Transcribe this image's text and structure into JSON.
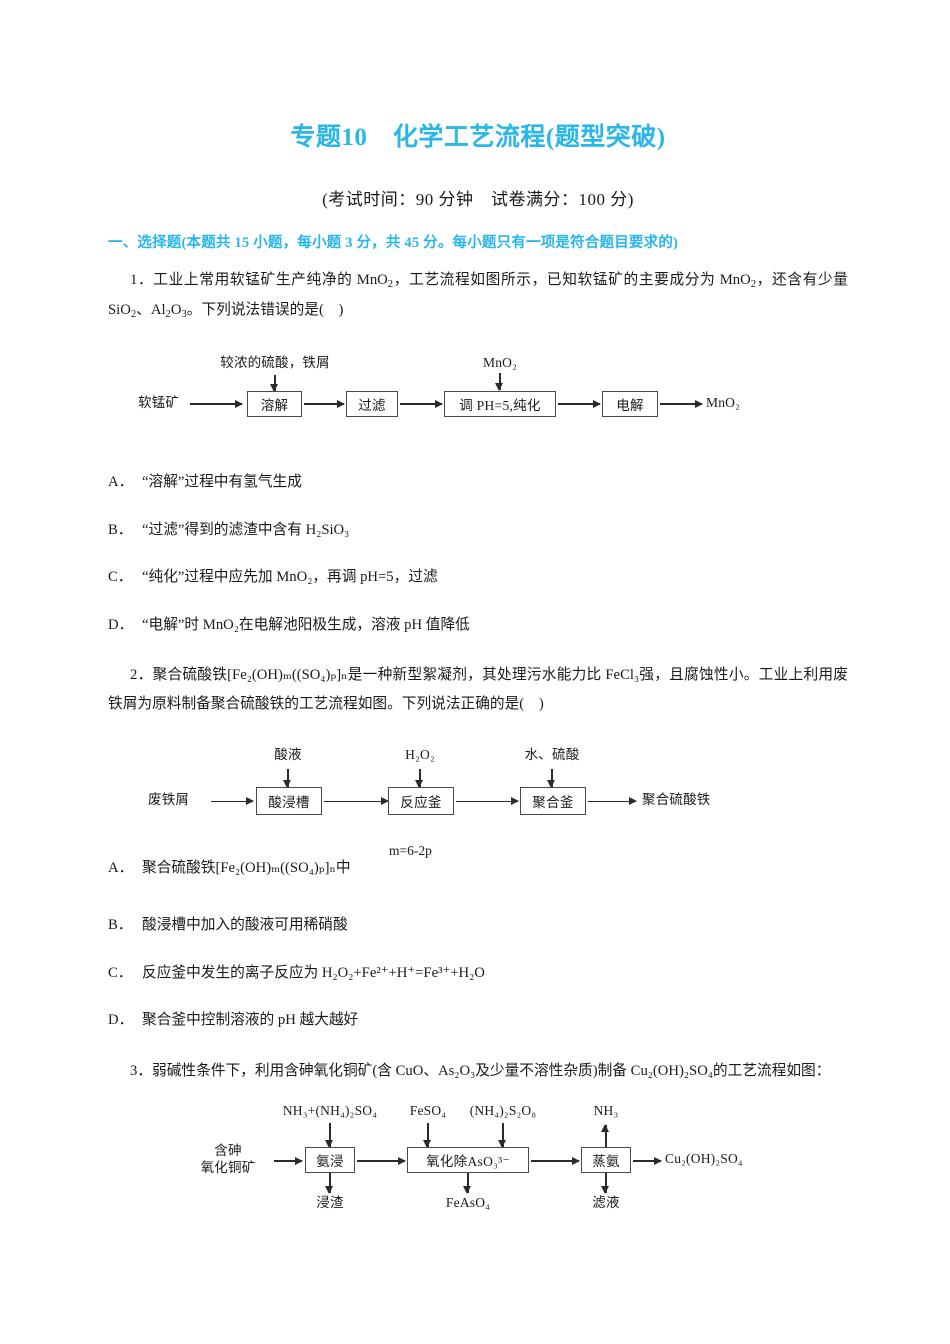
{
  "document": {
    "title": "专题10　化学工艺流程(题型突破)",
    "exam_meta": "(考试时间：90 分钟　试卷满分：100 分)",
    "section_head": "一、选择题(本题共 15 小题，每小题 3 分，共 45 分。每小题只有一项是符合题目要求的)"
  },
  "q1": {
    "number": "1．",
    "stem_part1": "工业上常用软锰矿生产纯净的 MnO",
    "stem_sub1": "2",
    "stem_part2": "，工艺流程如图所示，已知软锰矿的主要成分为 MnO",
    "stem_sub2": "2",
    "stem_part3": "，还含有少量 SiO",
    "stem_sub3": "2",
    "stem_part4": "、Al",
    "stem_sub4": "2",
    "stem_part5": "O",
    "stem_sub5": "3",
    "stem_part6": "。下列说法错误的是(　)",
    "flow": {
      "input_label": "软锰矿",
      "top_label_1": "较浓的硫酸，铁屑",
      "top_label_2": "MnO₂",
      "box1": "溶解",
      "box2": "过滤",
      "box3": "调 PH=5,纯化",
      "box4": "电解",
      "output_label": "MnO₂"
    },
    "options": [
      {
        "label": "A．",
        "text": "“溶解”过程中有氢气生成"
      },
      {
        "label": "B．",
        "text": "“过滤”得到的滤渣中含有 H₂SiO₃"
      },
      {
        "label": "C．",
        "text": "“纯化”过程中应先加 MnO₂，再调 pH=5，过滤"
      },
      {
        "label": "D．",
        "text": "“电解”时 MnO₂在电解池阳极生成，溶液 pH 值降低"
      }
    ]
  },
  "q2": {
    "number": "2．",
    "stem": "聚合硫酸铁[Fe₂(OH)ₘ((SO₄)ₚ]ₙ是一种新型絮凝剂，其处理污水能力比 FeCl₃强，且腐蚀性小。工业上利用废铁屑为原料制备聚合硫酸铁的工艺流程如图。下列说法正确的是(　)",
    "flow": {
      "input_label": "废铁屑",
      "top_label_1": "酸液",
      "top_label_2": "H₂O₂",
      "top_label_3": "水、硫酸",
      "box1": "酸浸槽",
      "box2": "反应釜",
      "box3": "聚合釜",
      "output_label": "聚合硫酸铁"
    },
    "float_note": "m=6-2p",
    "options": [
      {
        "label": "A．",
        "text": "聚合硫酸铁[Fe₂(OH)ₘ((SO₄)ₚ]ₙ中"
      },
      {
        "label": "B．",
        "text": "酸浸槽中加入的酸液可用稀硝酸"
      },
      {
        "label": "C．",
        "text": "反应釜中发生的离子反应为 H₂O₂+Fe²⁺+H⁺=Fe³⁺+H₂O"
      },
      {
        "label": "D．",
        "text": "聚合釜中控制溶液的 pH 越大越好"
      }
    ]
  },
  "q3": {
    "number": "3．",
    "stem": "弱碱性条件下，利用含砷氧化铜矿(含 CuO、As₂O₃及少量不溶性杂质)制备 Cu₂(OH)₂SO₄的工艺流程如图：",
    "flow": {
      "input_label_line1": "含砷",
      "input_label_line2": "氧化铜矿",
      "top_label_1": "NH₃+(NH₄)₂SO₄",
      "top_label_2": "FeSO₄",
      "top_label_3": "(NH₄)₂S₂O₈",
      "top_label_4": "NH₃",
      "box1": "氨浸",
      "box2": "氧化除AsO₃³⁻",
      "box3": "蒸氨",
      "output_label": "Cu₂(OH)₂SO₄",
      "bottom_label_1": "浸渣",
      "bottom_label_2": "FeAsO₄",
      "bottom_label_3": "滤液"
    }
  },
  "colors": {
    "heading": "#29b6e8",
    "body_text": "#1a1a1a",
    "diagram_line": "#2b2b2b"
  }
}
